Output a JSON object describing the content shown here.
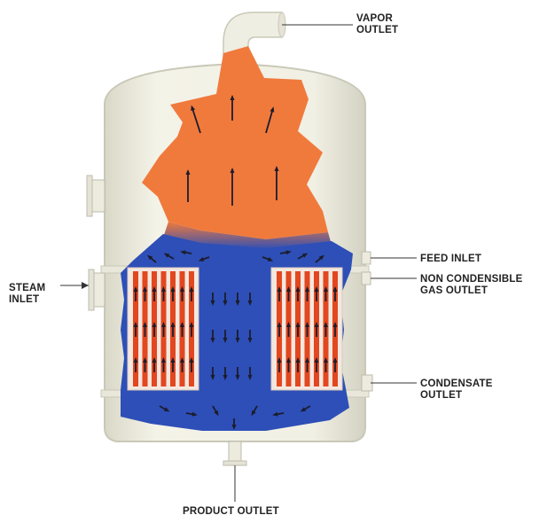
{
  "labels": {
    "vapor_outlet": [
      "VAPOR",
      "OUTLET"
    ],
    "feed_inlet": "FEED INLET",
    "non_condensible": [
      "NON CONDENSIBLE",
      "GAS OUTLET"
    ],
    "steam_inlet": [
      "STEAM",
      "INLET"
    ],
    "condensate_outlet": [
      "CONDENSATE",
      "OUTLET"
    ],
    "product_outlet": "PRODUCT OUTLET"
  },
  "colors": {
    "vessel": "#efeee2",
    "vessel_edge": "#c9c8b8",
    "vapor": "#f07a3c",
    "liquid": "#2d4fb7",
    "tube_hot": "#e2471f",
    "tube_wall": "#f3e7df",
    "arrow": "#1c1c2c"
  }
}
